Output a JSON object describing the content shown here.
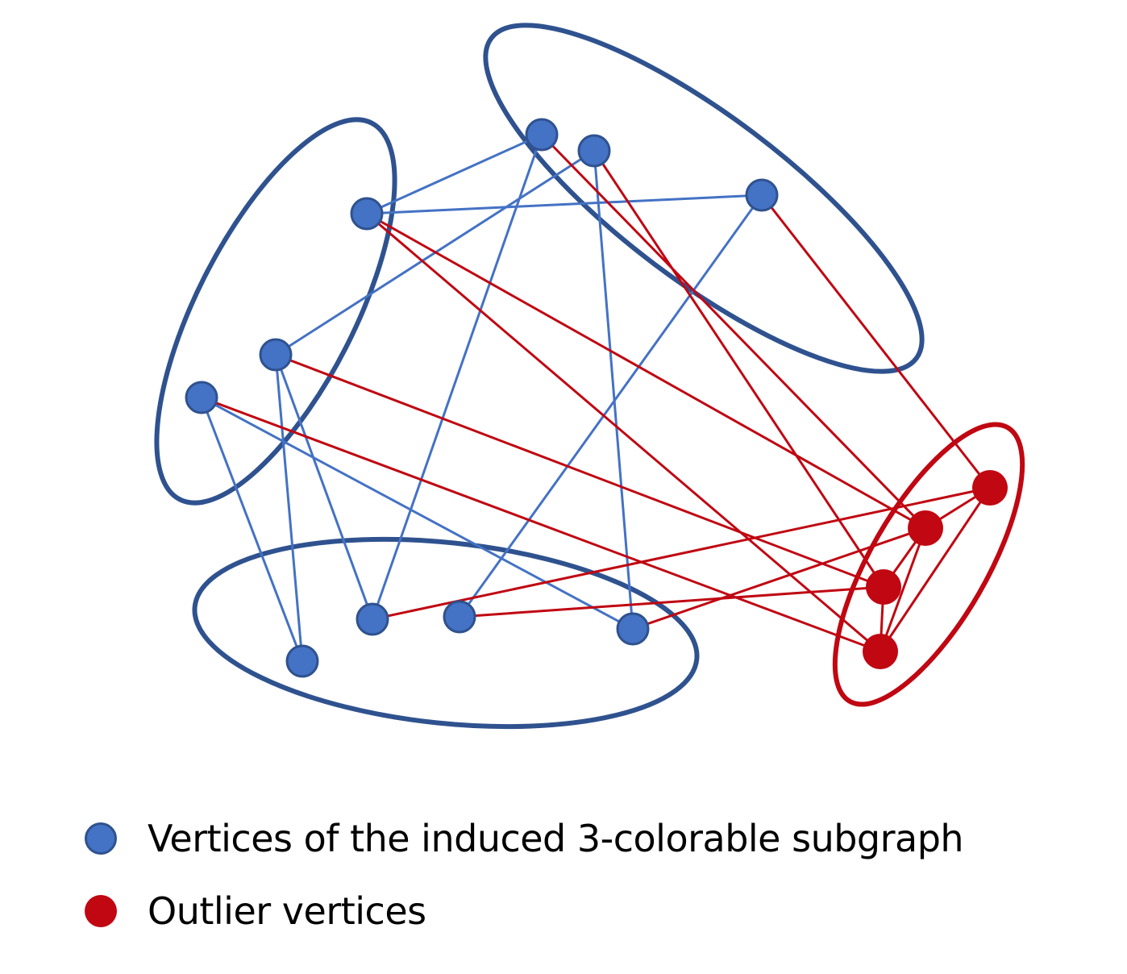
{
  "colors": {
    "blue_fill": "#4472c4",
    "blue_stroke": "#2f528f",
    "blue_edge": "#4472c4",
    "blue_group": "#2f528f",
    "red": "#c00712"
  },
  "graph": {
    "nodes": [
      {
        "id": "b1",
        "kind": "inlier"
      },
      {
        "id": "b2",
        "kind": "inlier"
      },
      {
        "id": "b3",
        "kind": "inlier"
      },
      {
        "id": "b4",
        "kind": "inlier"
      },
      {
        "id": "b5",
        "kind": "inlier"
      },
      {
        "id": "b6",
        "kind": "inlier"
      },
      {
        "id": "b7",
        "kind": "inlier"
      },
      {
        "id": "b8",
        "kind": "inlier"
      },
      {
        "id": "b9",
        "kind": "inlier"
      },
      {
        "id": "b10",
        "kind": "inlier"
      },
      {
        "id": "r1",
        "kind": "outlier"
      },
      {
        "id": "r2",
        "kind": "outlier"
      },
      {
        "id": "r3",
        "kind": "outlier"
      },
      {
        "id": "r4",
        "kind": "outlier"
      }
    ],
    "groups": [
      {
        "id": "color-class-1",
        "kind": "inlier",
        "members": [
          "b1",
          "b4",
          "b5"
        ]
      },
      {
        "id": "color-class-2",
        "kind": "inlier",
        "members": [
          "b2",
          "b3",
          "b6"
        ]
      },
      {
        "id": "color-class-3",
        "kind": "inlier",
        "members": [
          "b7",
          "b8",
          "b9",
          "b10"
        ]
      },
      {
        "id": "outlier-set",
        "kind": "outlier",
        "members": [
          "r1",
          "r2",
          "r3",
          "r4"
        ]
      }
    ],
    "edges": [
      {
        "from": "b1",
        "to": "b2",
        "kind": "inlier"
      },
      {
        "from": "b1",
        "to": "b6",
        "kind": "inlier"
      },
      {
        "from": "b3",
        "to": "b4",
        "kind": "inlier"
      },
      {
        "from": "b2",
        "to": "b8",
        "kind": "inlier"
      },
      {
        "from": "b3",
        "to": "b10",
        "kind": "inlier"
      },
      {
        "from": "b6",
        "to": "b9",
        "kind": "inlier"
      },
      {
        "from": "b4",
        "to": "b7",
        "kind": "inlier"
      },
      {
        "from": "b4",
        "to": "b8",
        "kind": "inlier"
      },
      {
        "from": "b5",
        "to": "b7",
        "kind": "inlier"
      },
      {
        "from": "b5",
        "to": "b10",
        "kind": "inlier"
      },
      {
        "from": "b1",
        "to": "r2",
        "kind": "outlier"
      },
      {
        "from": "b1",
        "to": "r4",
        "kind": "outlier"
      },
      {
        "from": "b2",
        "to": "r2",
        "kind": "outlier"
      },
      {
        "from": "b3",
        "to": "r3",
        "kind": "outlier"
      },
      {
        "from": "b6",
        "to": "r1",
        "kind": "outlier"
      },
      {
        "from": "b4",
        "to": "r3",
        "kind": "outlier"
      },
      {
        "from": "b5",
        "to": "r4",
        "kind": "outlier"
      },
      {
        "from": "b8",
        "to": "r1",
        "kind": "outlier"
      },
      {
        "from": "b9",
        "to": "r3",
        "kind": "outlier"
      },
      {
        "from": "b10",
        "to": "r2",
        "kind": "outlier"
      },
      {
        "from": "r1",
        "to": "r2",
        "kind": "outlier"
      },
      {
        "from": "r2",
        "to": "r3",
        "kind": "outlier"
      },
      {
        "from": "r2",
        "to": "r4",
        "kind": "outlier"
      },
      {
        "from": "r3",
        "to": "r4",
        "kind": "outlier"
      },
      {
        "from": "r1",
        "to": "r4",
        "kind": "outlier"
      }
    ]
  },
  "legend": {
    "items": [
      {
        "kind": "inlier",
        "label": "Vertices of the induced 3-colorable subgraph"
      },
      {
        "kind": "outlier",
        "label": "Outlier vertices"
      }
    ]
  }
}
